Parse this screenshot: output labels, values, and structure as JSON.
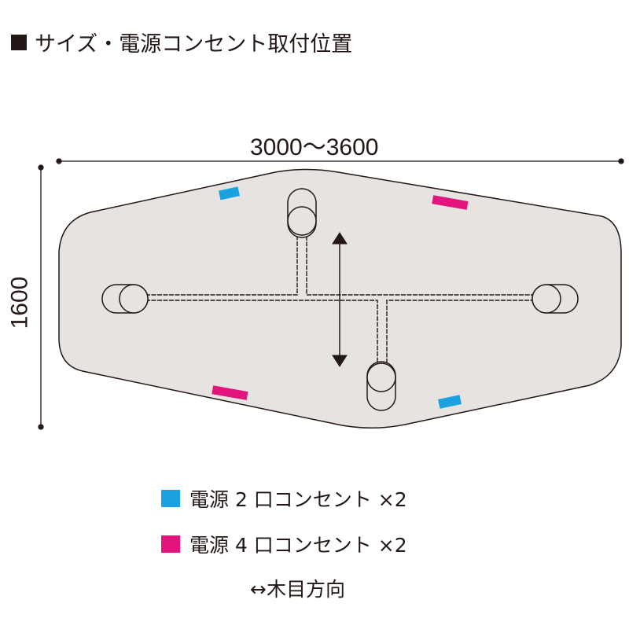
{
  "title": "サイズ・電源コンセント取付位置",
  "dimensions": {
    "width": "3000〜3600",
    "depth": "1600"
  },
  "legend": [
    {
      "label": "電源 2 口コンセント ×2",
      "color": "#1ba1e2"
    },
    {
      "label": "電源 4 口コンセント ×2",
      "color": "#e4147f"
    }
  ],
  "grain_direction": "↔木目方向",
  "colors": {
    "table": "#e6e3e0",
    "outline": "#231815"
  }
}
